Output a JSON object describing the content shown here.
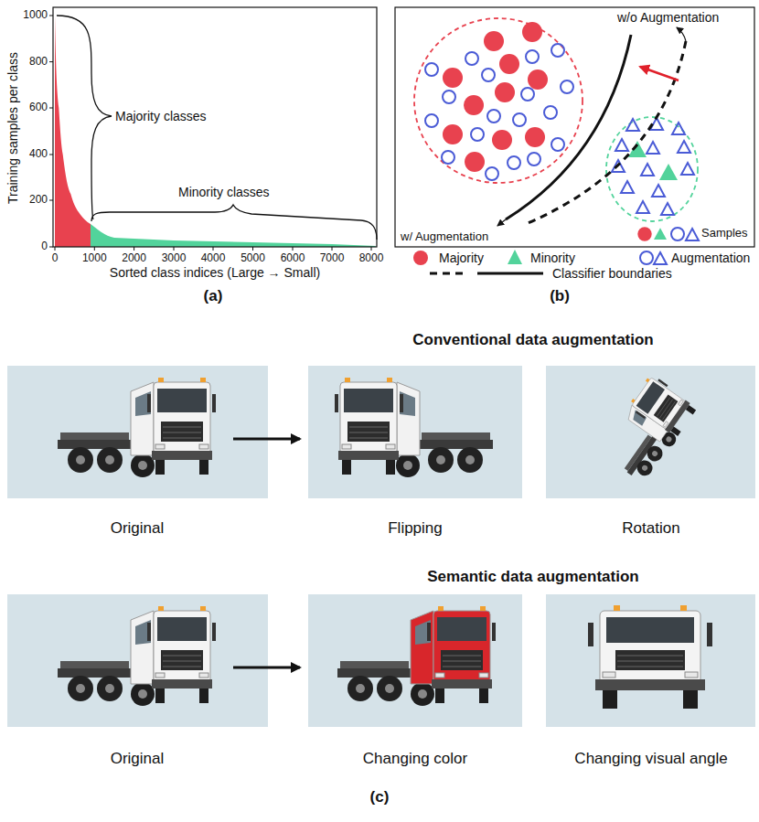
{
  "diagram": {
    "labels": [
      "1000",
      "800",
      "600",
      "400",
      "200",
      "0",
      "0",
      "1000",
      "2000",
      "3000",
      "4000",
      "5000",
      "6000",
      "7000",
      "8000",
      "Training samples per class",
      "Sorted class indices (Large → Small)",
      "Majority classes",
      "Minority classes",
      "(a)",
      "w/o Augmentation",
      "w/ Augmentation",
      "(b)",
      "Conventional data augmentation",
      "Original",
      "Flipping",
      "Rotation",
      "Semantic data augmentation",
      "Original",
      "Changing color",
      "Changing visual angle",
      "(c)"
    ],
    "legend": [
      {
        "text": "Samples"
      },
      {
        "text": "Majority",
        "color": "#e8424f"
      },
      {
        "text": "Minority",
        "color": "#52d39b"
      },
      {
        "text": "Augmentation"
      },
      {
        "text": "Classifier boundaries"
      }
    ]
  }
}
